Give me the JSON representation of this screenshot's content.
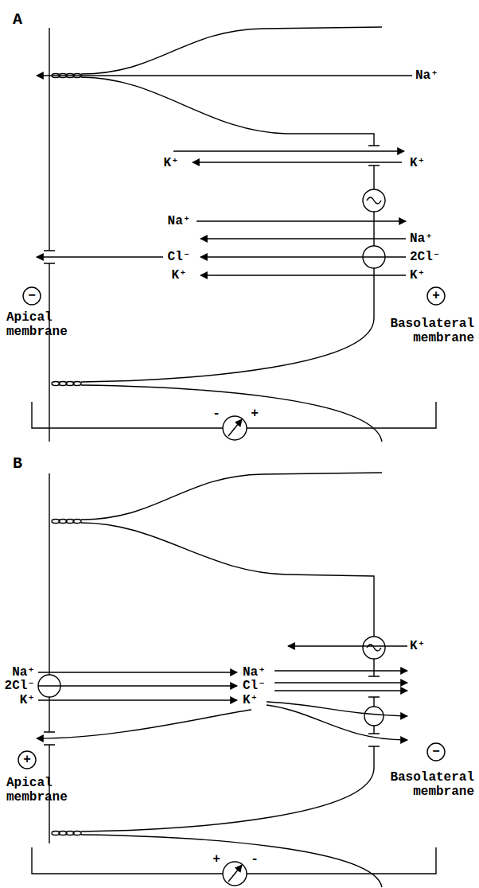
{
  "diagram": {
    "labels": [
      "A",
      "Na⁺",
      "K⁺",
      "K⁺",
      "Na⁺",
      "Na⁺",
      "Cl⁻",
      "2Cl⁻",
      "K⁺",
      "K⁺",
      "−",
      "+",
      "Apical membrane",
      "Basolateral membrane",
      "-",
      "+",
      "B",
      "Na⁺",
      "2Cl⁻",
      "K⁺",
      "Na⁺",
      "Cl⁻",
      "K⁺",
      "K⁺",
      "+",
      "−",
      "Apical membrane",
      "Basolateral membrane",
      "+",
      "-"
    ]
  }
}
